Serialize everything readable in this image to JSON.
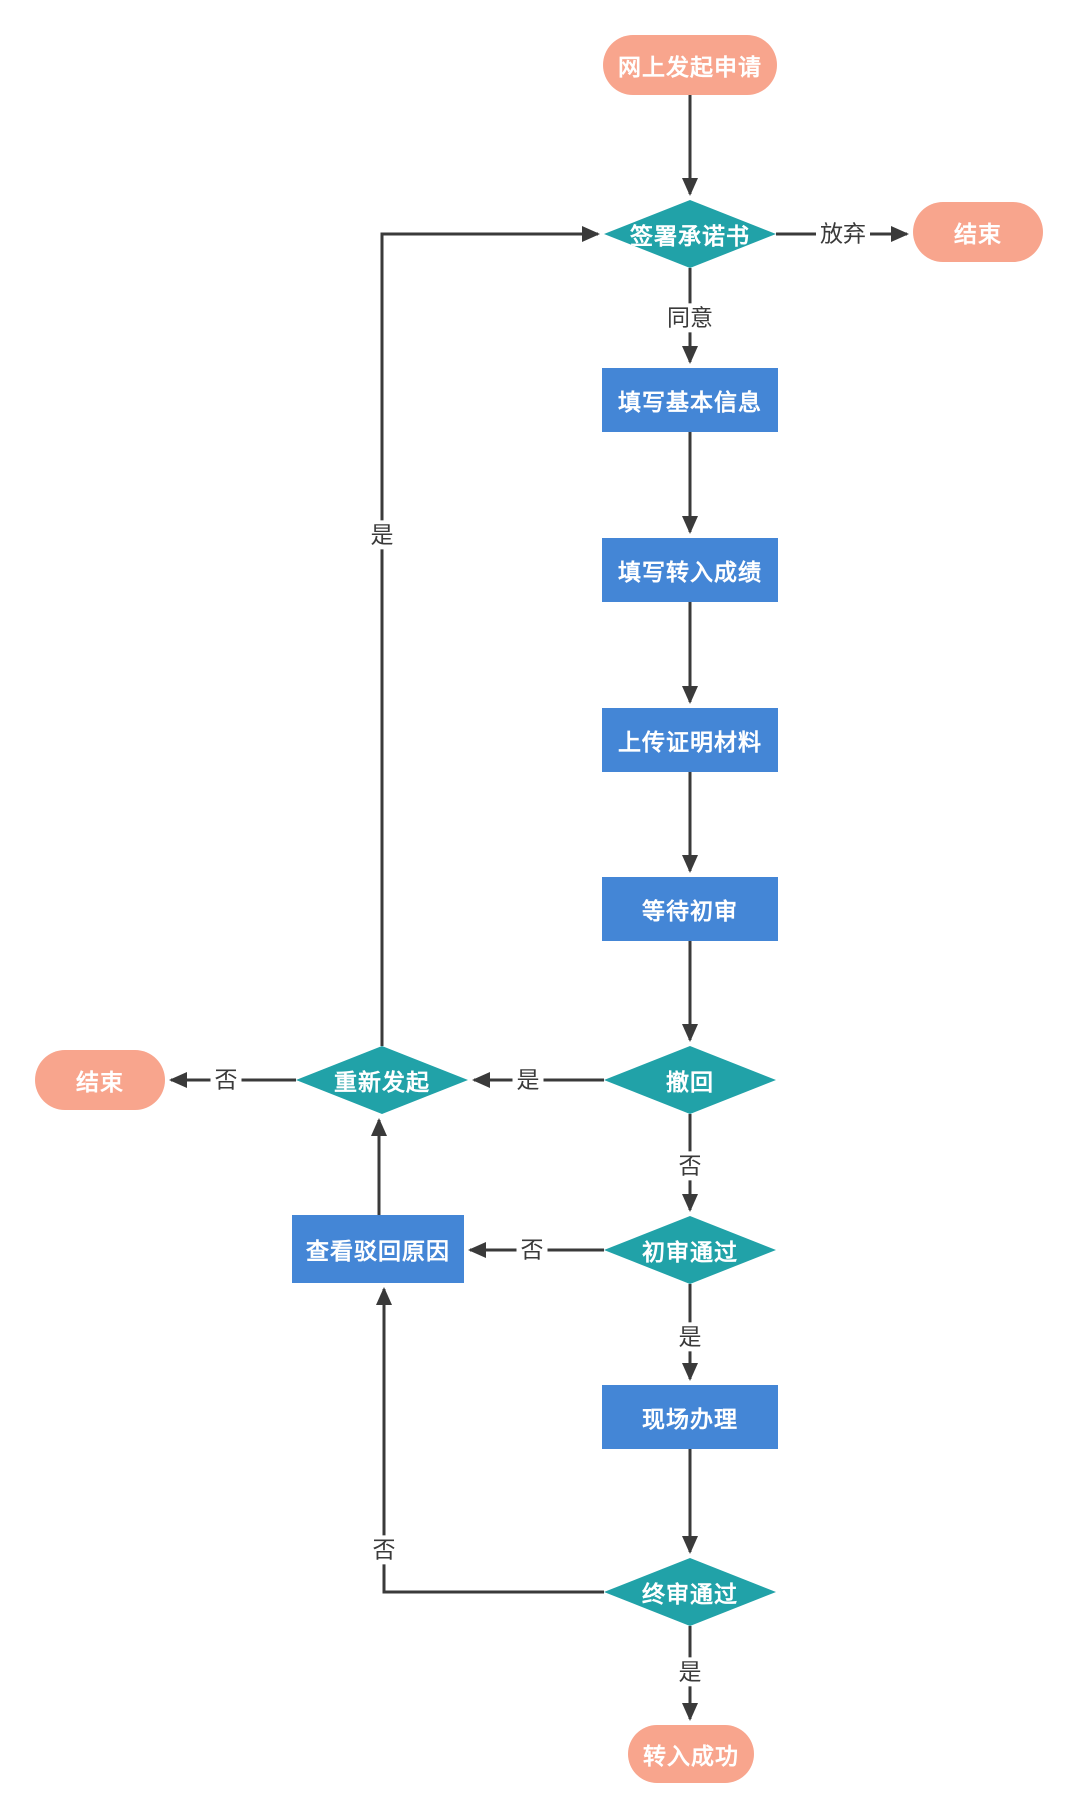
{
  "flowchart": {
    "title_hint": "online-transfer-application-flow",
    "colors": {
      "terminal": "#F8A58D",
      "process": "#4486D6",
      "decision": "#21A2A8",
      "line": "#3A3A3A",
      "label": "#3A3A3A",
      "page": "#FFFFFF",
      "node_text": "#FFFFFF"
    },
    "nodes": {
      "start": {
        "label": "网上发起申请",
        "type": "terminal"
      },
      "sign": {
        "label": "签署承诺书",
        "type": "decision"
      },
      "end_top": {
        "label": "结束",
        "type": "terminal"
      },
      "basic_info": {
        "label": "填写基本信息",
        "type": "process"
      },
      "scores": {
        "label": "填写转入成绩",
        "type": "process"
      },
      "upload": {
        "label": "上传证明材料",
        "type": "process"
      },
      "wait_review": {
        "label": "等待初审",
        "type": "process"
      },
      "withdraw": {
        "label": "撤回",
        "type": "decision"
      },
      "restart": {
        "label": "重新发起",
        "type": "decision"
      },
      "end_left": {
        "label": "结束",
        "type": "terminal"
      },
      "first_review": {
        "label": "初审通过",
        "type": "decision"
      },
      "view_reason": {
        "label": "查看驳回原因",
        "type": "process"
      },
      "onsite": {
        "label": "现场办理",
        "type": "process"
      },
      "final_review": {
        "label": "终审通过",
        "type": "decision"
      },
      "success": {
        "label": "转入成功",
        "type": "terminal"
      }
    },
    "edges": [
      {
        "from": "start",
        "to": "sign",
        "label": ""
      },
      {
        "from": "sign",
        "to": "end_top",
        "label": "放弃"
      },
      {
        "from": "sign",
        "to": "basic_info",
        "label": "同意"
      },
      {
        "from": "basic_info",
        "to": "scores",
        "label": ""
      },
      {
        "from": "scores",
        "to": "upload",
        "label": ""
      },
      {
        "from": "upload",
        "to": "wait_review",
        "label": ""
      },
      {
        "from": "wait_review",
        "to": "withdraw",
        "label": ""
      },
      {
        "from": "withdraw",
        "to": "restart",
        "label": "是"
      },
      {
        "from": "restart",
        "to": "end_left",
        "label": "否"
      },
      {
        "from": "restart",
        "to": "sign",
        "label": "是"
      },
      {
        "from": "withdraw",
        "to": "first_review",
        "label": "否"
      },
      {
        "from": "first_review",
        "to": "view_reason",
        "label": "否"
      },
      {
        "from": "first_review",
        "to": "onsite",
        "label": "是"
      },
      {
        "from": "view_reason",
        "to": "restart",
        "label": ""
      },
      {
        "from": "onsite",
        "to": "final_review",
        "label": ""
      },
      {
        "from": "final_review",
        "to": "view_reason",
        "label": "否"
      },
      {
        "from": "final_review",
        "to": "success",
        "label": "是"
      }
    ]
  }
}
